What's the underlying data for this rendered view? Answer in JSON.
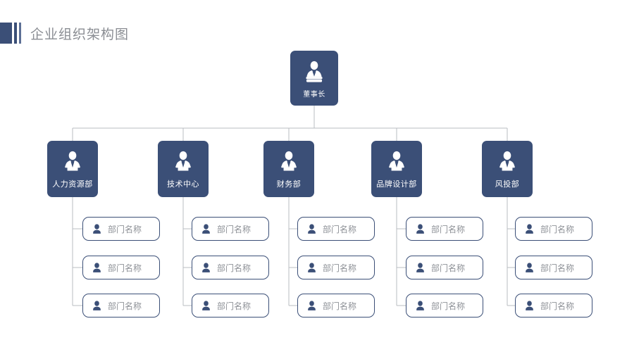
{
  "page": {
    "title": "企业组织架构图",
    "background_color": "#ffffff"
  },
  "theme": {
    "node_fill": "#3b4f77",
    "node_text": "#ffffff",
    "leaf_border": "#3b4f77",
    "leaf_fill": "#ffffff",
    "leaf_text": "#8e9197",
    "title_text": "#8a8d93",
    "connector_line": "#b9bcc2",
    "accent_bar_light": "#5c6f95"
  },
  "chart_data": {
    "type": "diagram",
    "diagram_kind": "organization-chart",
    "title": "企业组织架构图",
    "levels": 3,
    "root": {
      "label": "董事长",
      "icon": "executive-person-icon"
    },
    "departments": [
      {
        "label": "人力资源部",
        "icon": "executive-person-icon",
        "children": [
          "部门名称",
          "部门名称",
          "部门名称"
        ]
      },
      {
        "label": "技术中心",
        "icon": "executive-person-icon",
        "children": [
          "部门名称",
          "部门名称",
          "部门名称"
        ]
      },
      {
        "label": "财务部",
        "icon": "executive-person-icon",
        "children": [
          "部门名称",
          "部门名称",
          "部门名称"
        ]
      },
      {
        "label": "品牌设计部",
        "icon": "executive-person-icon",
        "children": [
          "部门名称",
          "部门名称",
          "部门名称"
        ]
      },
      {
        "label": "风投部",
        "icon": "executive-person-icon",
        "children": [
          "部门名称",
          "部门名称",
          "部门名称"
        ]
      }
    ]
  }
}
